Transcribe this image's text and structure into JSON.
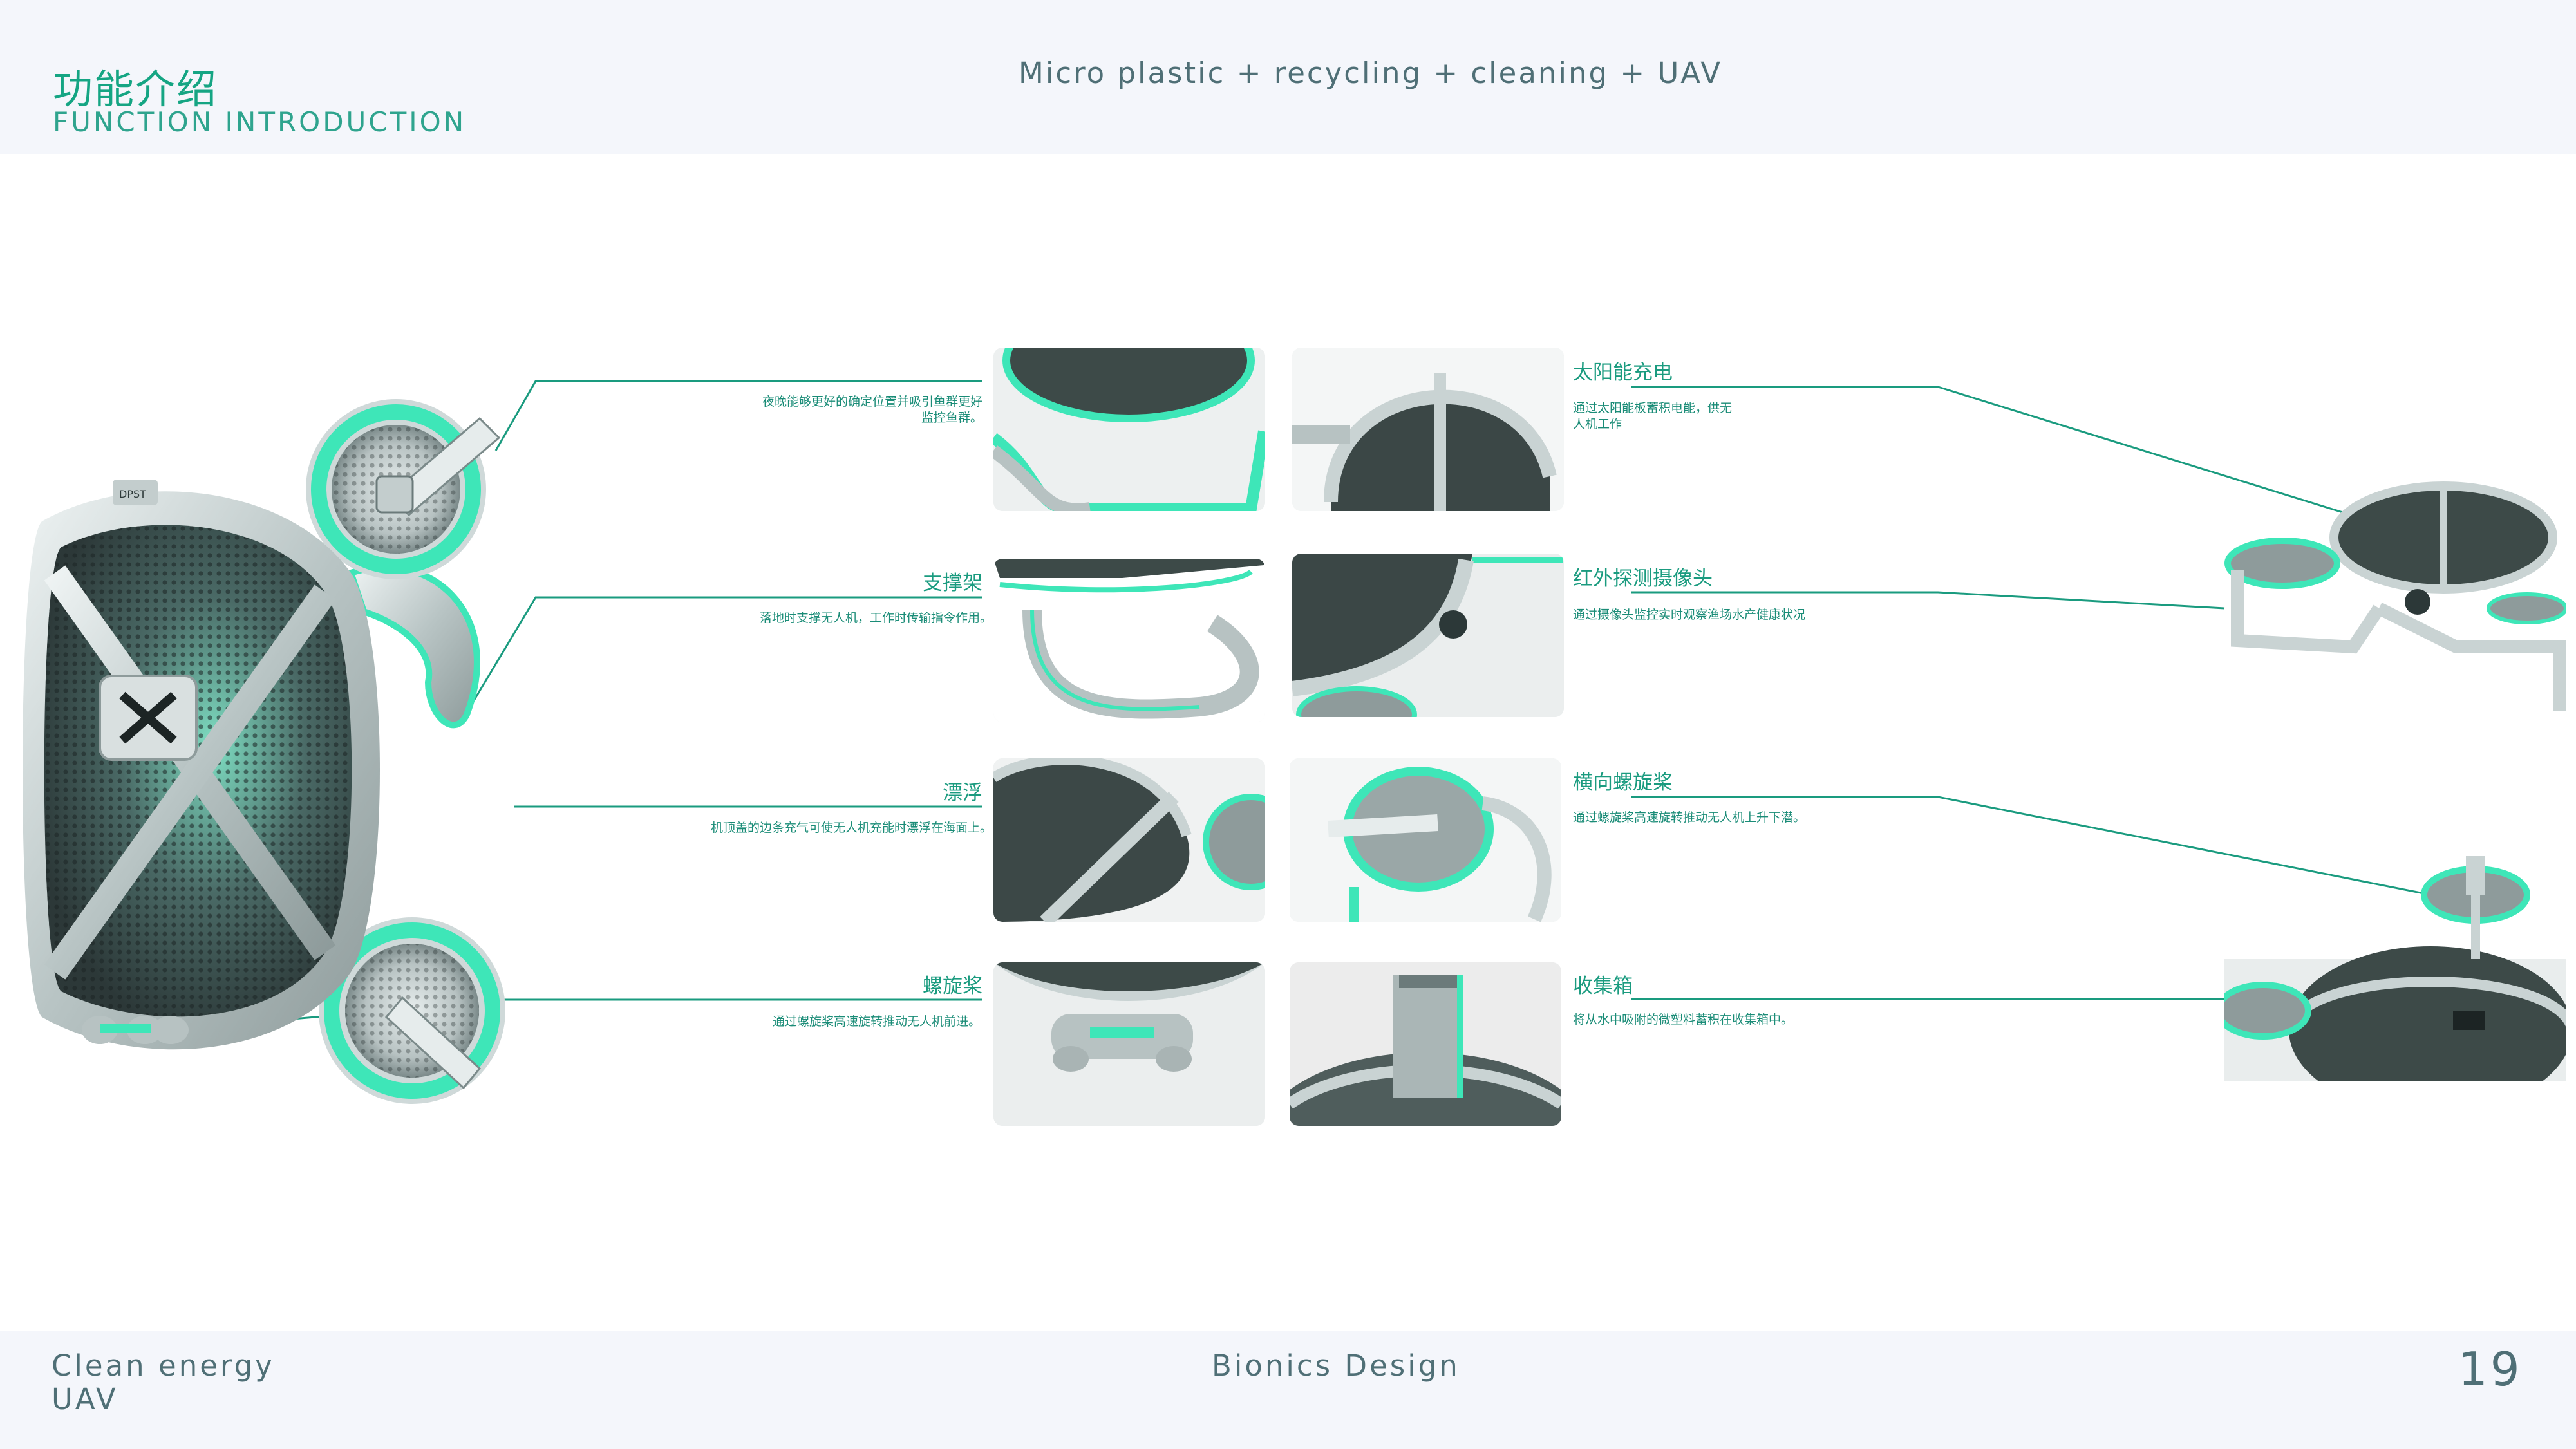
{
  "header": {
    "title_cn": "功能介绍",
    "title_en": "FUNCTION INTRODUCTION",
    "subtitle": "Micro plastic + recycling + cleaning + UAV"
  },
  "features_left": [
    {
      "label": "",
      "desc": "夜晚能够更好的确定位置并吸引鱼群更好\n监控鱼群。"
    },
    {
      "label": "支撑架",
      "desc": "落地时支撑无人机，工作时传输指令作用。"
    },
    {
      "label": "漂浮",
      "desc": "机顶盖的边条充气可使无人机充能时漂浮在海面上。"
    },
    {
      "label": "螺旋桨",
      "desc": "通过螺旋桨高速旋转推动无人机前进。"
    }
  ],
  "features_right": [
    {
      "label": "太阳能充电",
      "desc": "通过太阳能板蓄积电能，供无\n人机工作"
    },
    {
      "label": "红外探测摄像头",
      "desc": "通过摄像头监控实时观察渔场水产健康状况"
    },
    {
      "label": "横向螺旋桨",
      "desc": "通过螺旋桨高速旋转推动无人机上升下潜。"
    },
    {
      "label": "收集箱",
      "desc": "将从水中吸附的微塑料蓄积在收集箱中。"
    }
  ],
  "product_marking": "DPST",
  "footer": {
    "left_line1": "Clean energy",
    "left_line2": "UAV",
    "center": "Bionics Design",
    "page": "19"
  },
  "colors": {
    "accent": "#1a9b7f",
    "glow": "#3ee6b8",
    "metal": "#c9d3d3",
    "header_bg": "#f4f6fb",
    "text_muted": "#4f6f76"
  }
}
